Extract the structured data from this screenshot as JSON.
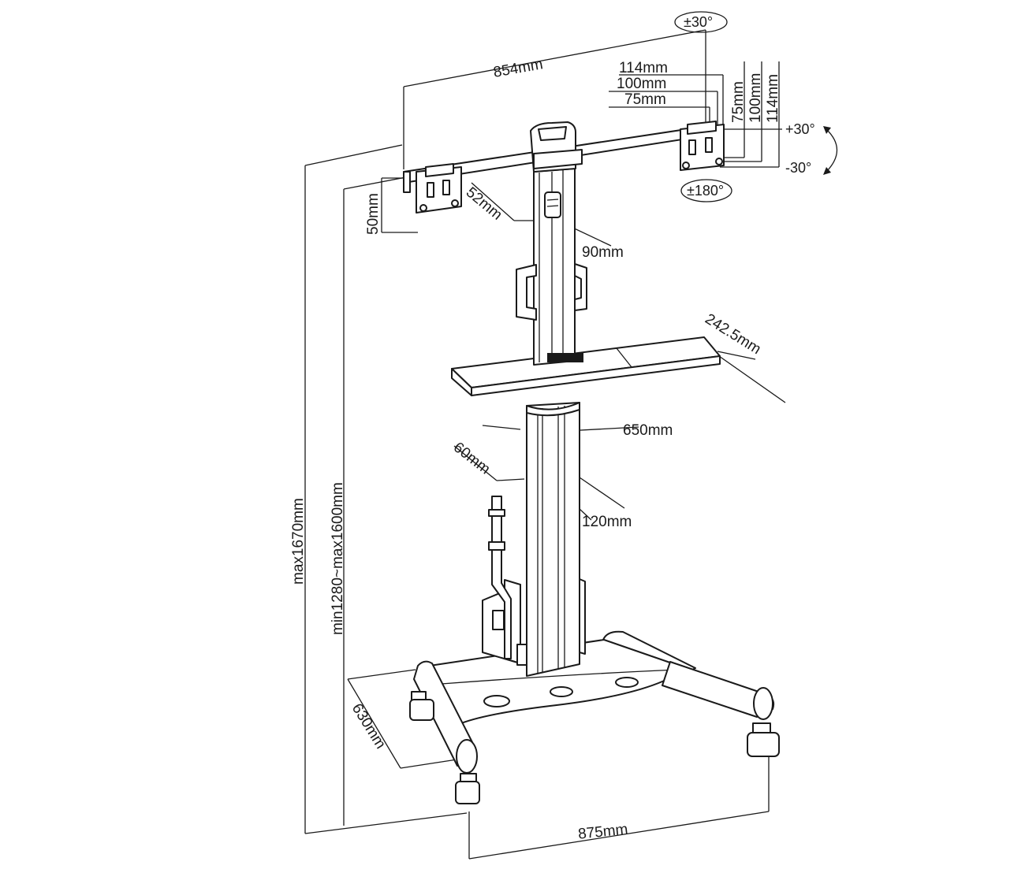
{
  "dimensions": {
    "bar_width": "854mm",
    "vesa_114_h": "114mm",
    "vesa_100_h": "100mm",
    "vesa_75_h": "75mm",
    "vesa_75_v": "75mm",
    "vesa_100_v": "100mm",
    "vesa_114_v": "114mm",
    "bracket_offset": "50mm",
    "upper_pole_depth": "52mm",
    "upper_pole_width": "90mm",
    "shelf_depth": "242.5mm",
    "shelf_width": "650mm",
    "lower_pole_depth": "60mm",
    "lower_pole_width": "120mm",
    "total_height": "max1670mm",
    "adjust_height": "min1280~max1600mm",
    "base_depth": "630mm",
    "base_width": "875mm"
  },
  "angles": {
    "swivel": "±30°",
    "tilt_up": "+30°",
    "tilt_down": "-30°",
    "rotation": "±180°"
  }
}
